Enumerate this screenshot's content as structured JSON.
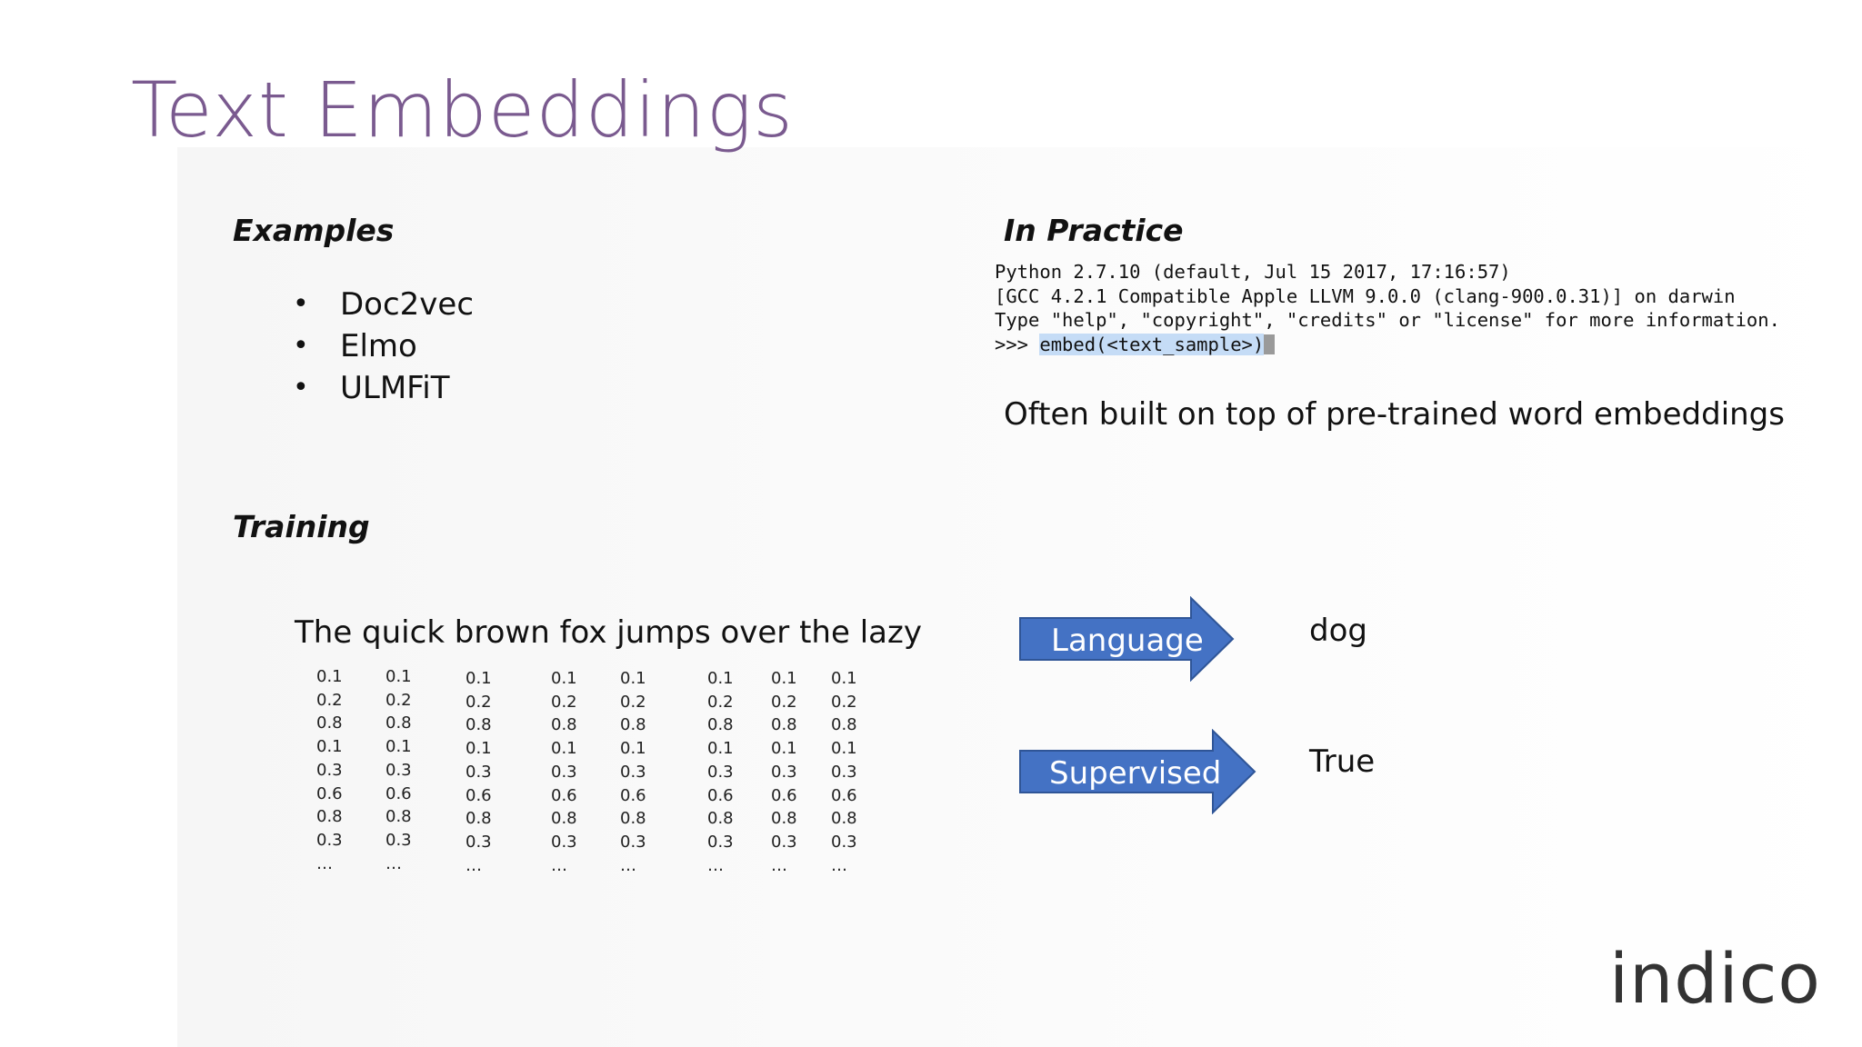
{
  "slide": {
    "title": "Text Embeddings",
    "examples": {
      "heading": "Examples",
      "items": [
        "Doc2vec",
        "Elmo",
        "ULMFiT"
      ],
      "bullet": "•"
    },
    "practice": {
      "heading": "In Practice",
      "terminal": {
        "line1": "Python 2.7.10 (default, Jul 15 2017, 17:16:57)",
        "line2": "[GCC 4.2.1 Compatible Apple LLVM 9.0.0 (clang-900.0.31)] on darwin",
        "line3": "Type \"help\", \"copyright\", \"credits\" or \"license\" for more information.",
        "prompt": ">>> ",
        "command": "embed(<text_sample>)"
      },
      "note": "Often built on top of pre-trained word embeddings"
    },
    "training": {
      "heading": "Training",
      "sentence": "The quick brown fox jumps over the lazy",
      "vector_columns": [
        [
          "0.1",
          "0.2",
          "0.8",
          "0.1",
          "0.3",
          "0.6",
          "0.8",
          "0.3",
          "…"
        ],
        [
          "0.1",
          "0.2",
          "0.8",
          "0.1",
          "0.3",
          "0.6",
          "0.8",
          "0.3",
          "…"
        ],
        [
          "0.1",
          "0.2",
          "0.8",
          "0.1",
          "0.3",
          "0.6",
          "0.8",
          "0.3",
          "…"
        ],
        [
          "0.1",
          "0.2",
          "0.8",
          "0.1",
          "0.3",
          "0.6",
          "0.8",
          "0.3",
          "…"
        ],
        [
          "0.1",
          "0.2",
          "0.8",
          "0.1",
          "0.3",
          "0.6",
          "0.8",
          "0.3",
          "…"
        ],
        [
          "0.1",
          "0.2",
          "0.8",
          "0.1",
          "0.3",
          "0.6",
          "0.8",
          "0.3",
          "…"
        ],
        [
          "0.1",
          "0.2",
          "0.8",
          "0.1",
          "0.3",
          "0.6",
          "0.8",
          "0.3",
          "…"
        ],
        [
          "0.1",
          "0.2",
          "0.8",
          "0.1",
          "0.3",
          "0.6",
          "0.8",
          "0.3",
          "…"
        ]
      ]
    },
    "arrows": [
      {
        "label": "Language",
        "output": "dog"
      },
      {
        "label": "Supervised",
        "output": "True"
      }
    ],
    "logo": "indico",
    "colors": {
      "title": "#7a5a8f",
      "arrow_fill": "#4472c4",
      "arrow_stroke": "#2f5597",
      "highlight": "#c5dcf6"
    }
  }
}
